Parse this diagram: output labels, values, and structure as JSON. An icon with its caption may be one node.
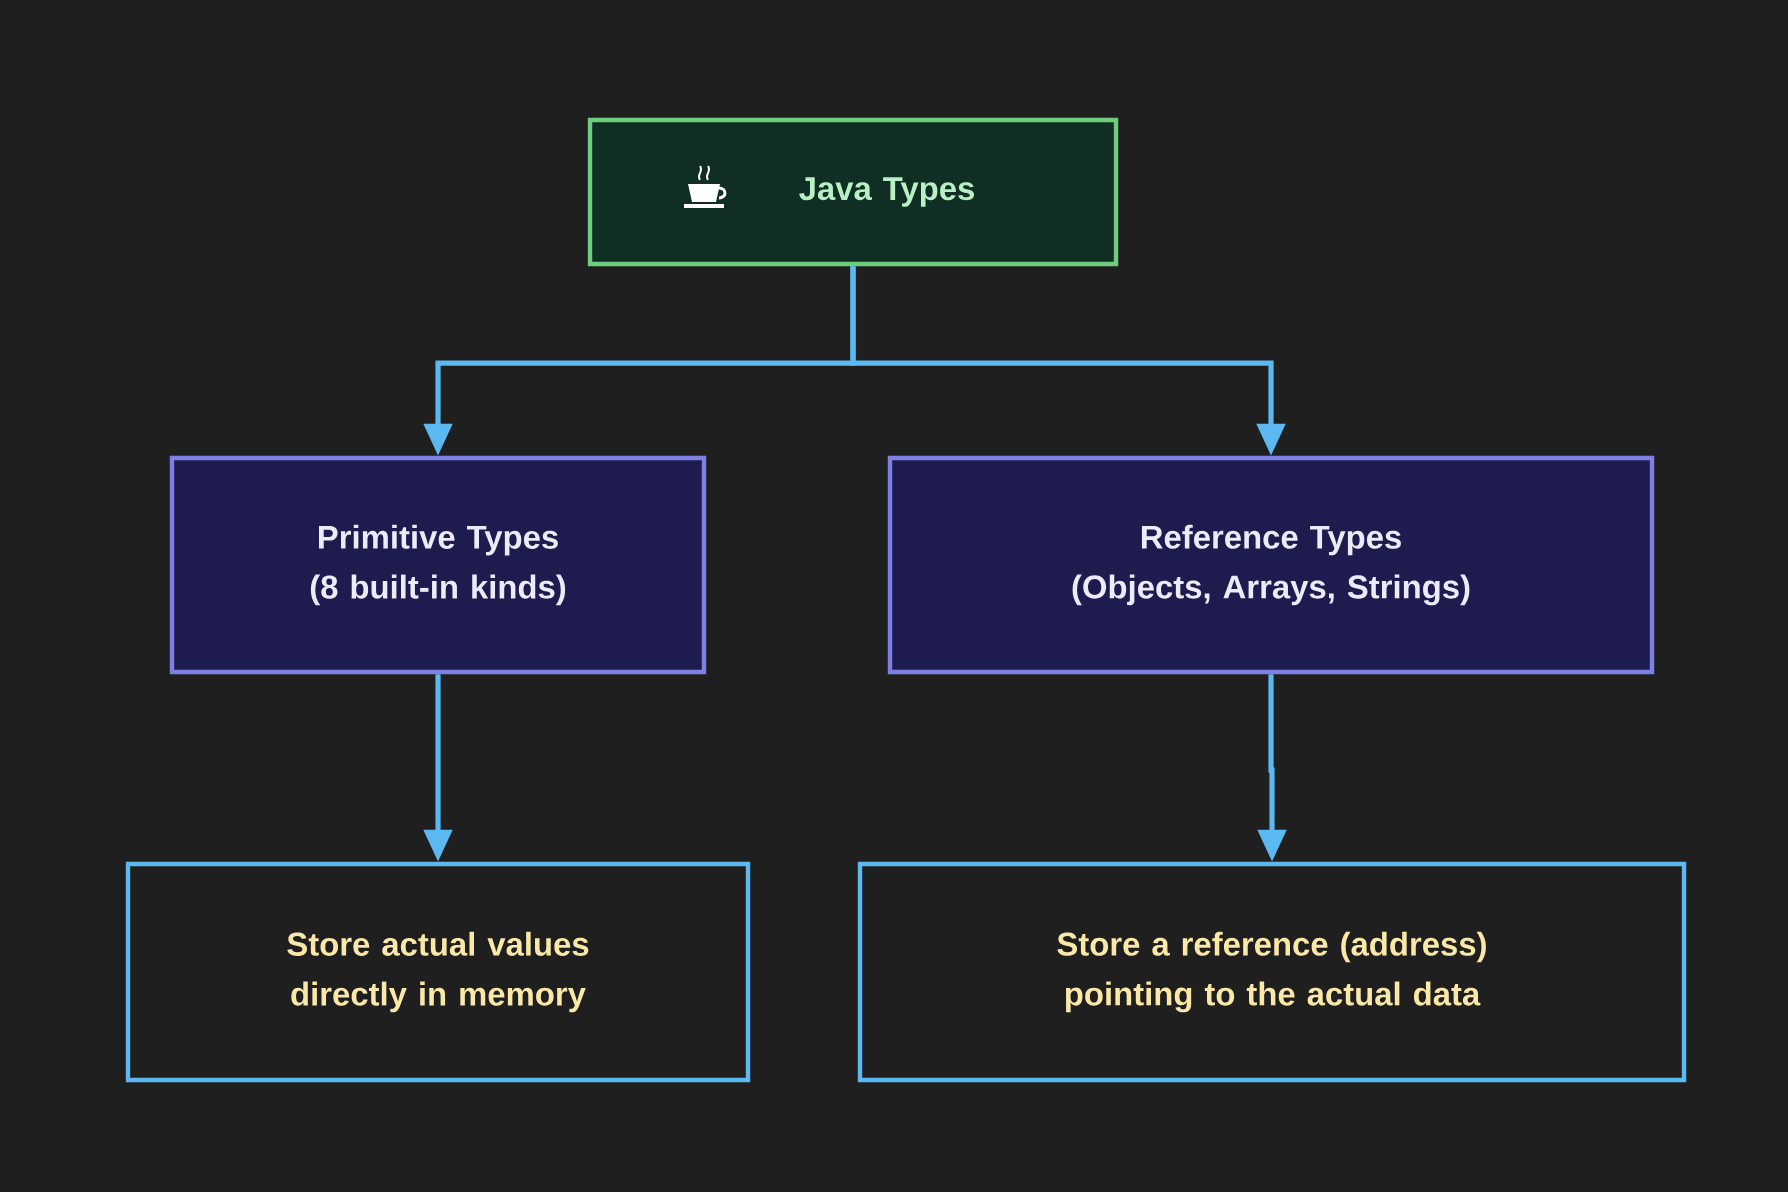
{
  "diagram": {
    "nodes": [
      {
        "text": [
          "Java Types"
        ]
      },
      {
        "text": [
          "Primitive Types",
          "(8 built-in kinds)"
        ]
      },
      {
        "text": [
          "Reference Types",
          "(Objects, Arrays, Strings)"
        ]
      },
      {
        "text": [
          "Store actual values directly in memory"
        ]
      },
      {
        "text": [
          "Store a reference (address) pointing to the actual data"
        ]
      }
    ],
    "edges": [
      {
        "from": 0,
        "to": 1,
        "arrow": "to"
      },
      {
        "from": 0,
        "to": 2,
        "arrow": "to"
      },
      {
        "from": 1,
        "to": 3,
        "arrow": "to"
      },
      {
        "from": 2,
        "to": 4,
        "arrow": "to"
      }
    ]
  }
}
